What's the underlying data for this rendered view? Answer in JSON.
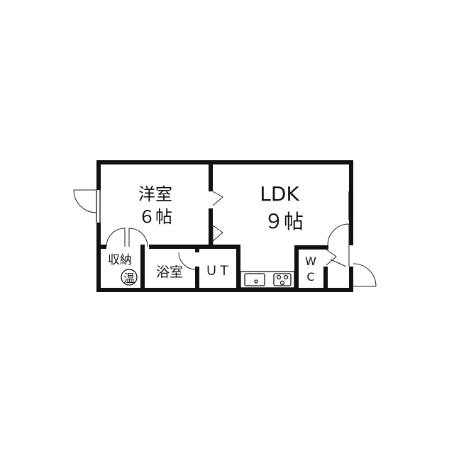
{
  "rooms": {
    "western": {
      "name": "洋室",
      "size": "６帖"
    },
    "ldk": {
      "name": "LDK",
      "size": "９帖"
    },
    "storage": {
      "name": "収納"
    },
    "water_heater": {
      "name": "温"
    },
    "bath": {
      "name": "浴室"
    },
    "utility": {
      "name": "ＵＴ"
    },
    "wc": {
      "line1": "W",
      "line2": "C"
    }
  },
  "colors": {
    "wall": "#111111",
    "background": "#ffffff"
  }
}
